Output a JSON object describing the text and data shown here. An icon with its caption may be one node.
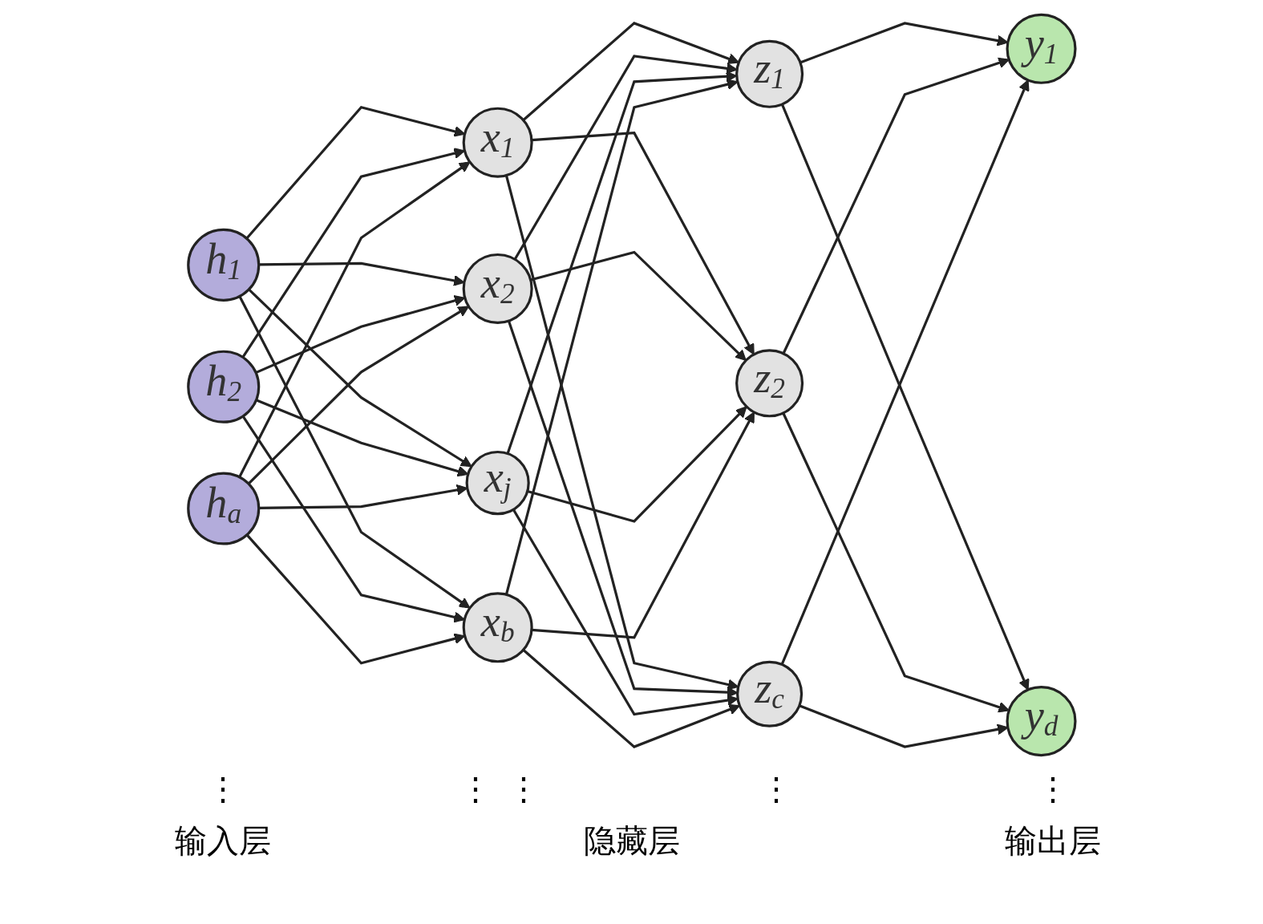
{
  "diagram": {
    "nodes": [
      {
        "text": [
          "h$_{1}$"
        ]
      },
      {
        "text": [
          "h$_{2}$"
        ]
      },
      {
        "text": [
          "h$_{a}$"
        ]
      },
      {
        "text": [
          "x$_{1}$"
        ]
      },
      {
        "text": [
          "x$_{2}$"
        ]
      },
      {
        "text": [
          "x$_{j}$"
        ]
      },
      {
        "text": [
          "x$_{b}$"
        ]
      },
      {
        "text": [
          "z$_{1}$"
        ]
      },
      {
        "text": [
          "z$_{2}$"
        ]
      },
      {
        "text": [
          "z$_{c}$"
        ]
      },
      {
        "text": [
          "y$_{1}$"
        ]
      },
      {
        "text": [
          "y$_{d}$"
        ]
      }
    ],
    "edges": [
      {
        "from": 0,
        "to": 3,
        "arrow": "to"
      },
      {
        "from": 0,
        "to": 4,
        "arrow": "to"
      },
      {
        "from": 0,
        "to": 5,
        "arrow": "to"
      },
      {
        "from": 0,
        "to": 6,
        "arrow": "to"
      },
      {
        "from": 1,
        "to": 3,
        "arrow": "to"
      },
      {
        "from": 1,
        "to": 4,
        "arrow": "to"
      },
      {
        "from": 1,
        "to": 5,
        "arrow": "to"
      },
      {
        "from": 1,
        "to": 6,
        "arrow": "to"
      },
      {
        "from": 2,
        "to": 3,
        "arrow": "to"
      },
      {
        "from": 2,
        "to": 4,
        "arrow": "to"
      },
      {
        "from": 2,
        "to": 5,
        "arrow": "to"
      },
      {
        "from": 2,
        "to": 6,
        "arrow": "to"
      },
      {
        "from": 3,
        "to": 7,
        "arrow": "to"
      },
      {
        "from": 3,
        "to": 8,
        "arrow": "to"
      },
      {
        "from": 3,
        "to": 9,
        "arrow": "to"
      },
      {
        "from": 4,
        "to": 7,
        "arrow": "to"
      },
      {
        "from": 4,
        "to": 8,
        "arrow": "to"
      },
      {
        "from": 4,
        "to": 9,
        "arrow": "to"
      },
      {
        "from": 5,
        "to": 7,
        "arrow": "to"
      },
      {
        "from": 5,
        "to": 8,
        "arrow": "to"
      },
      {
        "from": 5,
        "to": 9,
        "arrow": "to"
      },
      {
        "from": 6,
        "to": 7,
        "arrow": "to"
      },
      {
        "from": 6,
        "to": 8,
        "arrow": "to"
      },
      {
        "from": 6,
        "to": 9,
        "arrow": "to"
      },
      {
        "from": 7,
        "to": 10,
        "arrow": "to"
      },
      {
        "from": 7,
        "to": 11,
        "arrow": "to"
      },
      {
        "from": 8,
        "to": 10,
        "arrow": "to"
      },
      {
        "from": 8,
        "to": 11,
        "arrow": "to"
      },
      {
        "from": 9,
        "to": 10,
        "arrow": "to"
      },
      {
        "from": 9,
        "to": 11,
        "arrow": "to"
      }
    ],
    "labels": [
      "⋮",
      "⋮",
      "⋮",
      "⋮",
      "⋮",
      "输入层",
      "隐藏层",
      "输出层"
    ]
  }
}
